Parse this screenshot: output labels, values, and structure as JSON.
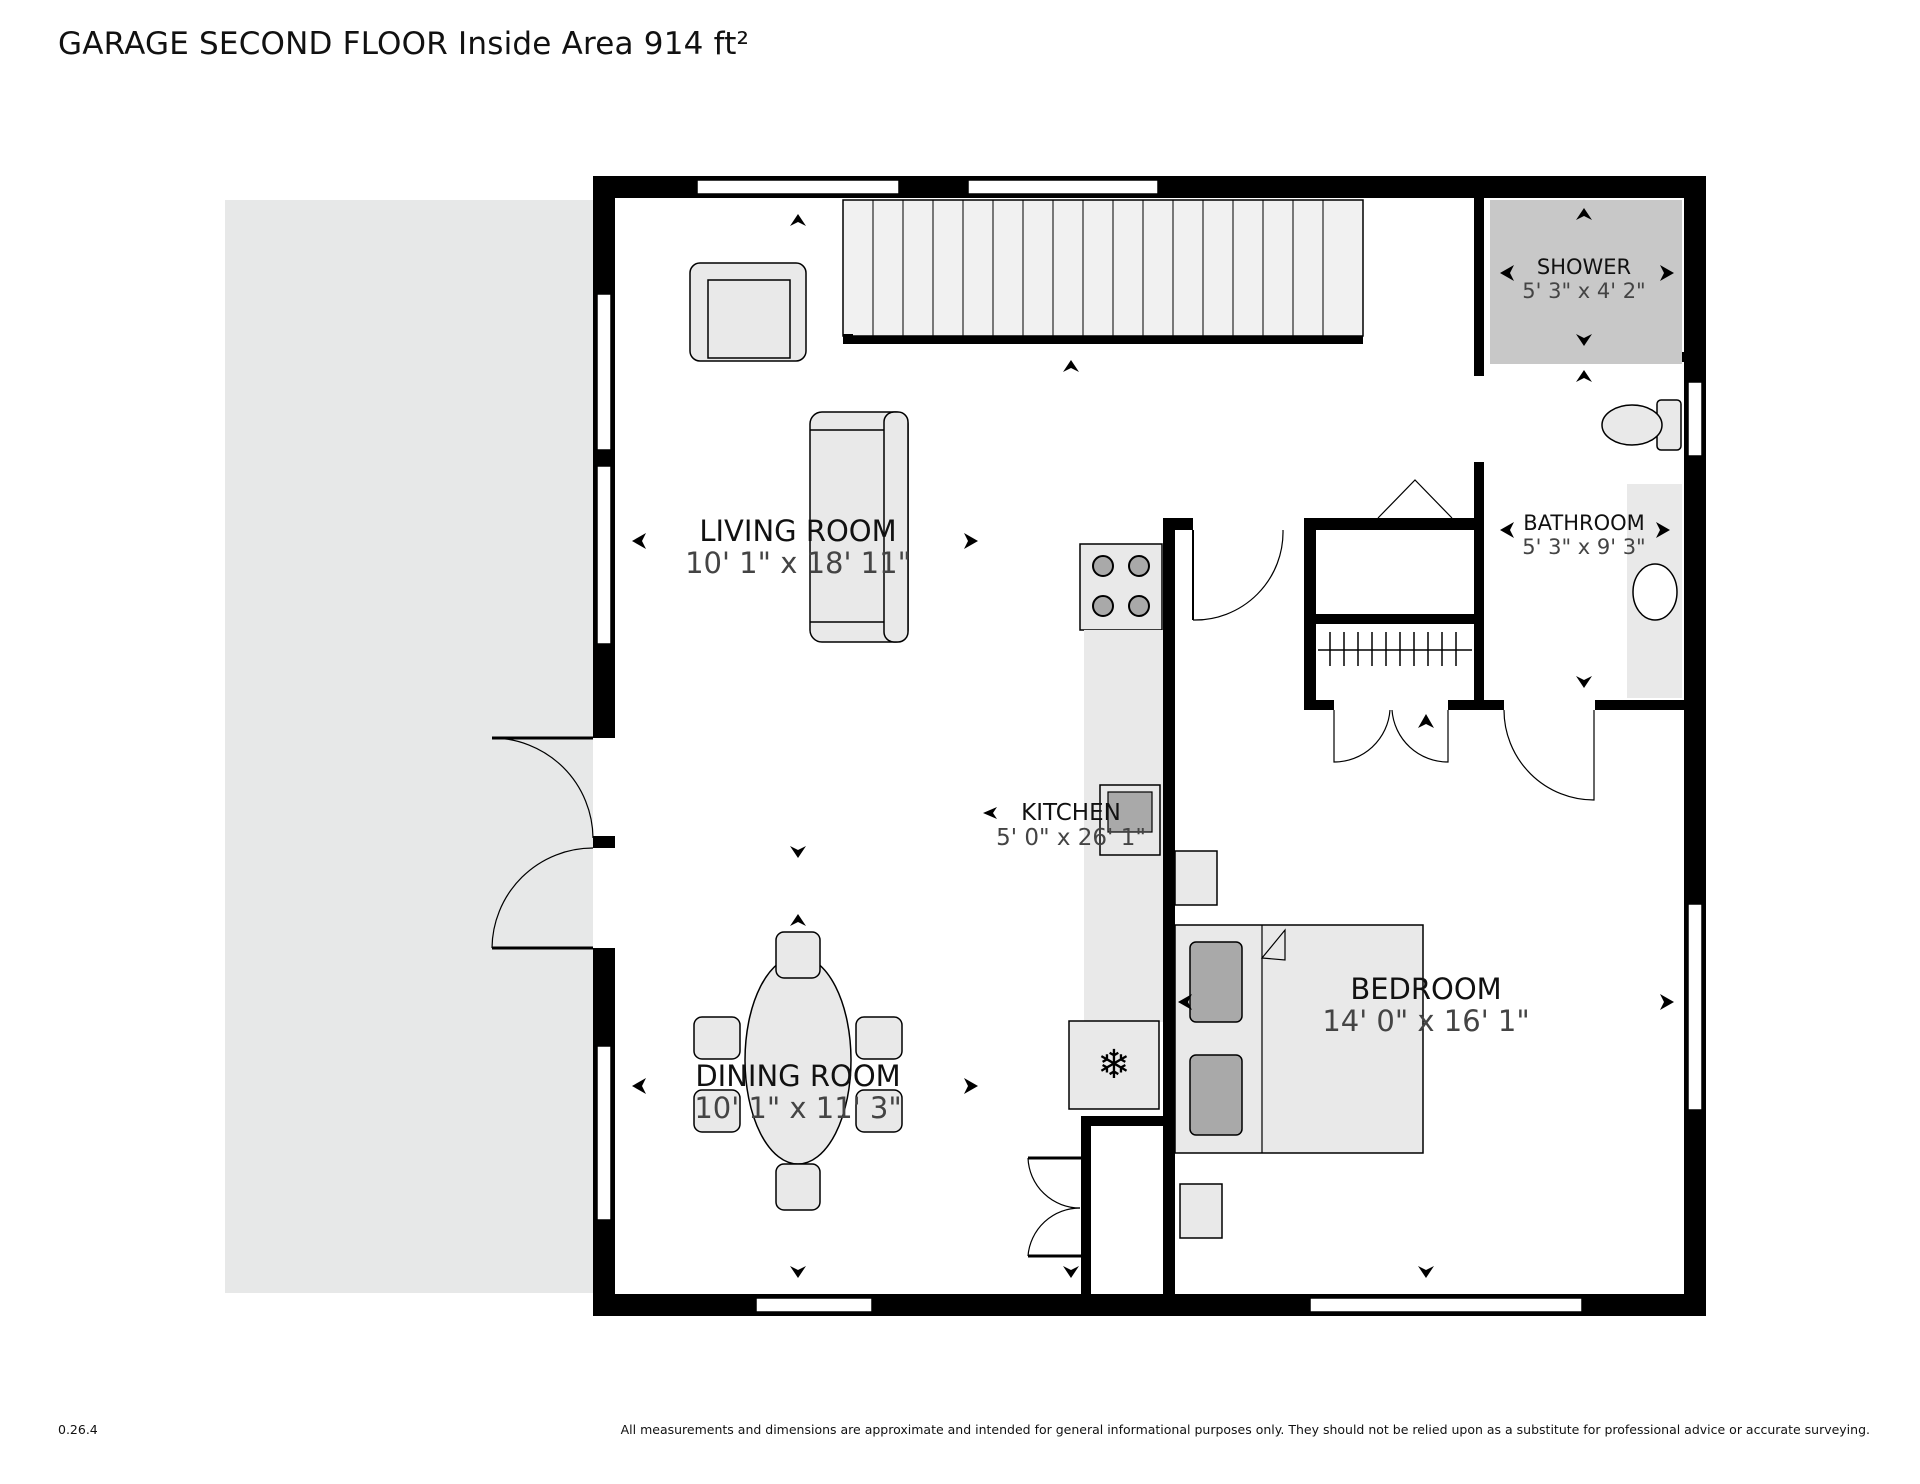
{
  "header": {
    "title": "GARAGE SECOND FLOOR Inside Area 914 ft²"
  },
  "footer": {
    "version": "0.26.4",
    "disclaimer": "All measurements and dimensions are approximate and intended for general informational purposes only. They should not be relied upon as a substitute for professional advice or accurate surveying."
  },
  "rooms": {
    "living_room": {
      "name": "LIVING ROOM",
      "dims": "10' 1\" x 18' 11\""
    },
    "dining_room": {
      "name": "DINING ROOM",
      "dims": "10' 1\" x 11' 3\""
    },
    "kitchen": {
      "name": "KITCHEN",
      "dims": "5' 0\" x 26' 1\""
    },
    "bedroom": {
      "name": "BEDROOM",
      "dims": "14' 0\" x 16' 1\""
    },
    "bathroom": {
      "name": "BATHROOM",
      "dims": "5' 3\" x 9' 3\""
    },
    "shower": {
      "name": "SHOWER",
      "dims": "5' 3\" x 4' 2\""
    }
  },
  "colors": {
    "wall": "#000000",
    "outside_area": "#e7e8e8",
    "fixture_fill": "#e9e9e9",
    "shower_fill": "#c8c8c8",
    "pillow_fill": "#a9a9a9"
  }
}
